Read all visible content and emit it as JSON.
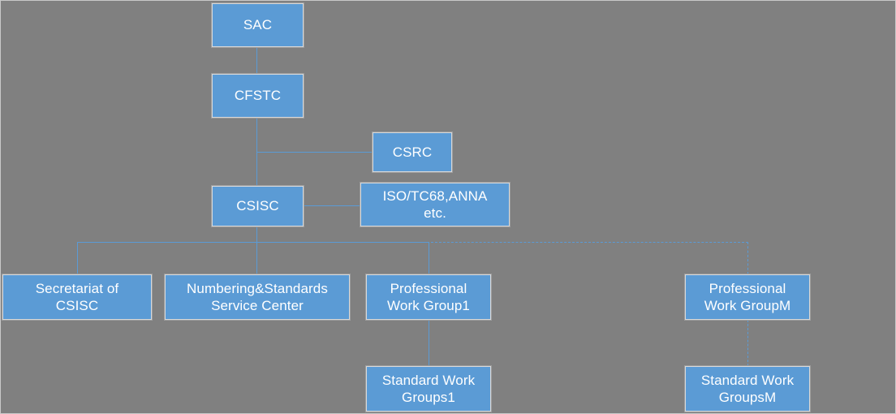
{
  "diagram": {
    "type": "organizational-chart",
    "background_color": "#808080",
    "node_fill_color": "#5B9BD5",
    "node_border_color": "#d9d9d9",
    "node_text_color": "#ffffff",
    "connector_color": "#5B9BD5",
    "nodes": [
      {
        "id": "sac",
        "label": "SAC"
      },
      {
        "id": "cfstc",
        "label": "CFSTC"
      },
      {
        "id": "csrc",
        "label": "CSRC"
      },
      {
        "id": "csisc",
        "label": "CSISC"
      },
      {
        "id": "iso",
        "label": "ISO/TC68,ANNA\netc."
      },
      {
        "id": "secretariat",
        "label": "Secretariat of\nCSISC"
      },
      {
        "id": "numbering",
        "label": "Numbering&Standards\nService Center"
      },
      {
        "id": "pwg1",
        "label": "Professional\nWork Group1"
      },
      {
        "id": "pwgm",
        "label": "Professional\nWork GroupM"
      },
      {
        "id": "swg1",
        "label": "Standard Work\nGroups1"
      },
      {
        "id": "swgm",
        "label": "Standard Work\nGroupsM"
      }
    ],
    "edges": [
      {
        "from": "sac",
        "to": "cfstc",
        "style": "solid"
      },
      {
        "from": "cfstc",
        "to": "csrc",
        "style": "solid"
      },
      {
        "from": "cfstc",
        "to": "csisc",
        "style": "solid"
      },
      {
        "from": "csisc",
        "to": "iso",
        "style": "solid"
      },
      {
        "from": "csisc",
        "to": "secretariat",
        "style": "solid"
      },
      {
        "from": "csisc",
        "to": "numbering",
        "style": "solid"
      },
      {
        "from": "csisc",
        "to": "pwg1",
        "style": "solid"
      },
      {
        "from": "csisc",
        "to": "pwgm",
        "style": "dashed"
      },
      {
        "from": "pwg1",
        "to": "swg1",
        "style": "solid"
      },
      {
        "from": "pwgm",
        "to": "swgm",
        "style": "dashed"
      }
    ]
  }
}
